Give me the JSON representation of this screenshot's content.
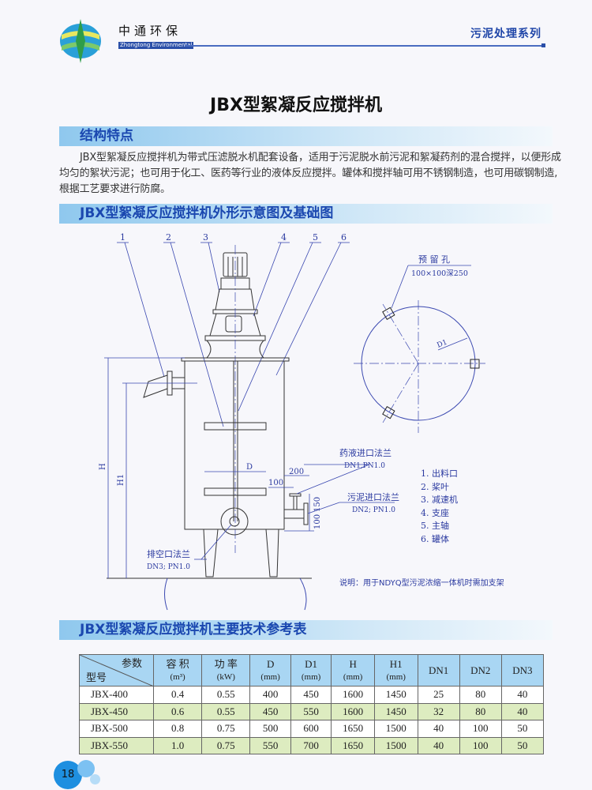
{
  "header": {
    "brand_cn": "中通环保",
    "brand_en": "Zhongtong Environmental",
    "series": "污泥处理系列"
  },
  "title": "JBX型絮凝反应搅拌机",
  "sections": {
    "features": "结构特点",
    "diagram": "JBX型絮凝反应搅拌机外形示意图及基础图",
    "table": "JBX型絮凝反应搅拌机主要技术参考表"
  },
  "features_text": "JBX型絮凝反应搅拌机为带式压滤脱水机配套设备，适用于污泥脱水前污泥和絮凝药剂的混合搅拌，以便形成均匀的絮状污泥；也可用于化工、医药等行业的液体反应搅拌。罐体和搅拌轴可用不锈钢制造，也可用碳钢制造,根据工艺要求进行防腐。",
  "diagram": {
    "callouts": [
      "1",
      "2",
      "3",
      "4",
      "5",
      "6"
    ],
    "dims": {
      "H": "H",
      "H1": "H1",
      "D": "D",
      "D1": "D1",
      "d100a": "100",
      "d200": "200",
      "d150": "150",
      "d100b": "100"
    },
    "reagent_inlet": {
      "label": "药液进口法兰",
      "spec": "DN1,PN1.0"
    },
    "sludge_inlet": {
      "label": "污泥进口法兰",
      "spec": "DN2; PN1.0"
    },
    "vent": {
      "label": "排空口法兰",
      "spec": "DN3; PN1.0"
    },
    "hole": {
      "label": "预 留 孔",
      "spec": "100×100深250"
    },
    "legend": [
      "1. 出料口",
      "2. 桨叶",
      "3. 减速机",
      "4. 支座",
      "5. 主轴",
      "6. 罐体"
    ],
    "note": "说明：用于NDYQ型污泥浓缩一体机时需加支架"
  },
  "table": {
    "corner_top": "参数",
    "corner_bottom": "型号",
    "headers": [
      [
        "容 积",
        "(m³)"
      ],
      [
        "功 率",
        "(kW)"
      ],
      [
        "D",
        "(mm)"
      ],
      [
        "D1",
        "(mm)"
      ],
      [
        "H",
        "(mm)"
      ],
      [
        "H1",
        "(mm)"
      ],
      [
        "DN1",
        ""
      ],
      [
        "DN2",
        ""
      ],
      [
        "DN3",
        ""
      ]
    ],
    "rows": [
      [
        "JBX-400",
        "0.4",
        "0.55",
        "400",
        "450",
        "1600",
        "1450",
        "25",
        "80",
        "40"
      ],
      [
        "JBX-450",
        "0.6",
        "0.55",
        "450",
        "550",
        "1600",
        "1450",
        "32",
        "80",
        "40"
      ],
      [
        "JBX-500",
        "0.8",
        "0.75",
        "500",
        "600",
        "1650",
        "1500",
        "40",
        "100",
        "50"
      ],
      [
        "JBX-550",
        "1.0",
        "0.75",
        "550",
        "700",
        "1650",
        "1500",
        "40",
        "100",
        "50"
      ]
    ]
  },
  "page_number": "18",
  "colors": {
    "accent": "#1b48b0",
    "header_row": "#a9d6f3",
    "alt_row": "#ddecc0"
  }
}
